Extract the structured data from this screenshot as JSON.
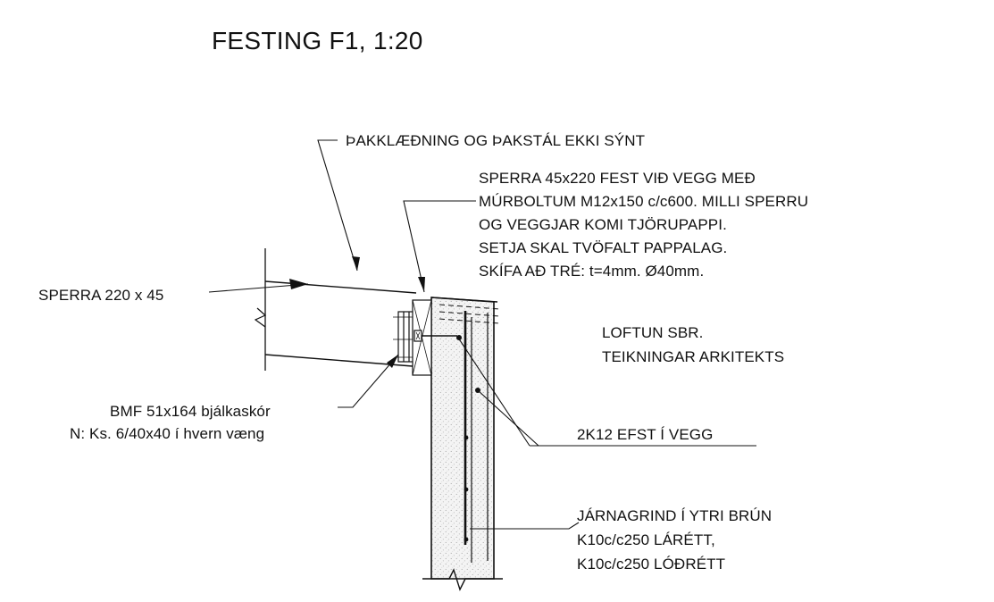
{
  "drawing": {
    "title": "FESTING F1, 1:20",
    "labels": {
      "roof_cover": "ÞAKKLÆÐNING OG ÞAKSTÁL EKKI SÝNT",
      "rafter_fix": [
        "SPERRA 45x220 FEST VIÐ VEGG MEÐ",
        "MÚRBOLTUM M12x150 c/c600. MILLI SPERRU",
        "OG VEGGJAR KOMI TJÖRUPAPPI.",
        "SETJA SKAL TVÖFALT PAPPALAG.",
        "SKÍFA AÐ TRÉ: t=4mm. Ø40mm."
      ],
      "rafter": "SPERRA 220 x 45",
      "ventilation": [
        "LOFTUN SBR.",
        "TEIKNINGAR ARKITEKTS"
      ],
      "hanger": [
        "BMF 51x164 bjálkaskór",
        "N: Ks. 6/40x40 í hvern væng"
      ],
      "top_bars": "2K12 EFST Í VEGG",
      "mesh": [
        "JÁRNAGRIND Í YTRI BRÚN",
        "K10c/c250 LÁRÉTT,",
        "K10c/c250 LÓÐRÉTT"
      ]
    },
    "colors": {
      "ink": "#111111",
      "concrete": "#f2f2f2",
      "background": "#ffffff"
    }
  }
}
